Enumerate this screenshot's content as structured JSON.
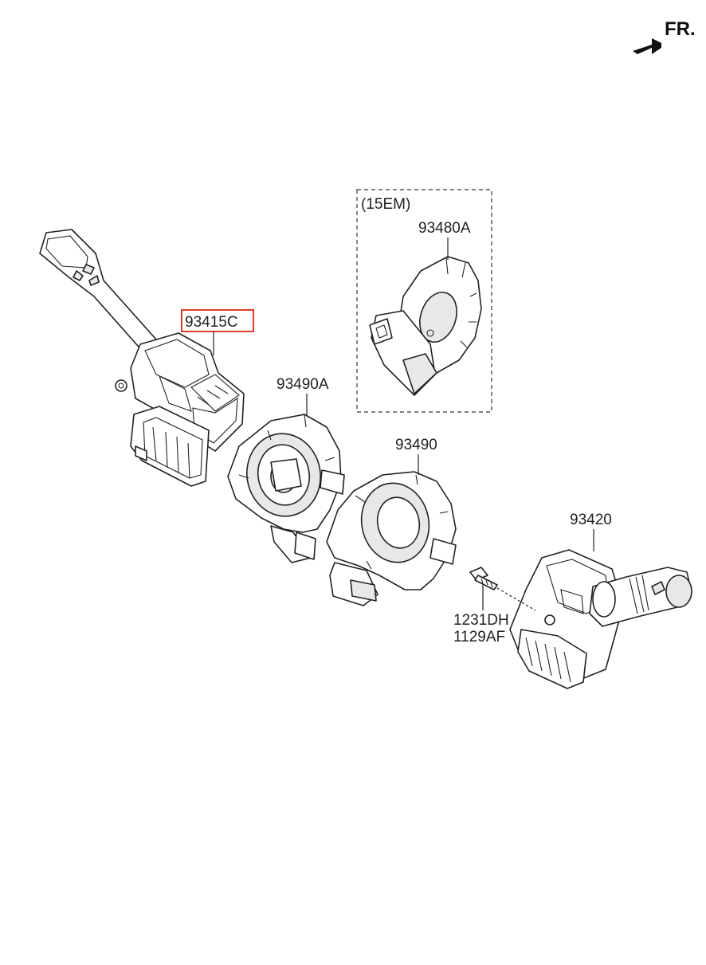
{
  "orientation": {
    "label": "FR."
  },
  "variant_box": {
    "label": "(15EM)"
  },
  "parts": [
    {
      "id": "p1",
      "number": "93415C",
      "highlighted": true
    },
    {
      "id": "p2",
      "number": "93480A"
    },
    {
      "id": "p3",
      "number": "93490A"
    },
    {
      "id": "p4",
      "number": "93490"
    },
    {
      "id": "p5",
      "number": "93420"
    },
    {
      "id": "p6",
      "number": "1231DH"
    },
    {
      "id": "p7",
      "number": "1129AF"
    }
  ],
  "colors": {
    "highlight_box": "#e23b2e",
    "line": "#222222"
  }
}
